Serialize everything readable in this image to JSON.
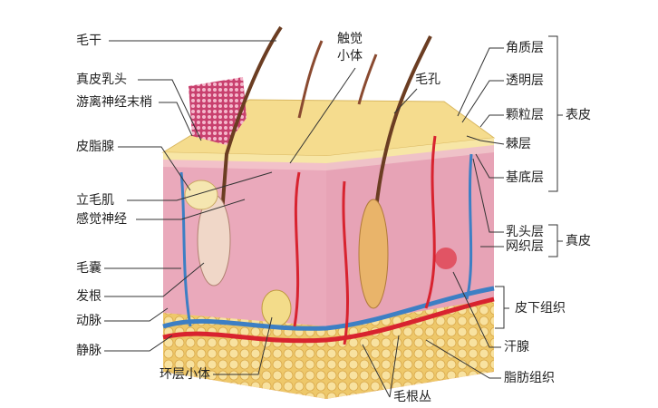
{
  "colors": {
    "epidermis": "#f3d98a",
    "dermis": "#e8a0b4",
    "fat": "#f2d27a",
    "artery": "#d8232f",
    "vein": "#3d7fc4",
    "hair": "#7a4a2e"
  },
  "left_labels": [
    "毛干",
    "真皮乳头",
    "游离神经末梢",
    "皮脂腺",
    "立毛肌",
    "感觉神经",
    "毛囊",
    "发根",
    "动脉",
    "静脉"
  ],
  "top_labels": {
    "tactile_1": "触觉",
    "tactile_2": "小体",
    "pore": "毛孔"
  },
  "bottom_labels": {
    "lamellar": "环层小体",
    "hair_plexus": "毛根丛"
  },
  "right_labels": {
    "epidermis_layers": [
      "角质层",
      "透明层",
      "颗粒层",
      "棘层",
      "基底层"
    ],
    "epidermis": "表皮",
    "dermis_layers": [
      "乳头层",
      "网织层"
    ],
    "dermis": "真皮",
    "subcutis": "皮下组织",
    "sweat_gland": "汗腺",
    "adipose": "脂肪组织"
  }
}
